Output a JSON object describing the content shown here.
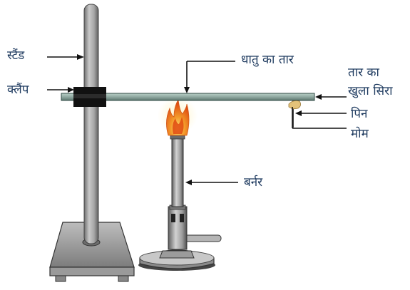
{
  "labels": {
    "stand": "स्टैंड",
    "clamp": "क्लैंप",
    "metal_wire": "धातु का तार",
    "wire_open_end_line1": "तार का",
    "wire_open_end_line2": "खुला सिरा",
    "pin": "पिन",
    "wax": "मोम",
    "burner": "बर्नर"
  },
  "colors": {
    "label_text": "#1e3a5f",
    "rod": "#8fa8a0",
    "stand_pole": "#9a9a9a",
    "clamp": "#111111",
    "flame_outer": "#f39a2a",
    "flame_inner": "#e04a10",
    "wax": "#e3c27a",
    "burner_metal": "#a8a8a8"
  }
}
